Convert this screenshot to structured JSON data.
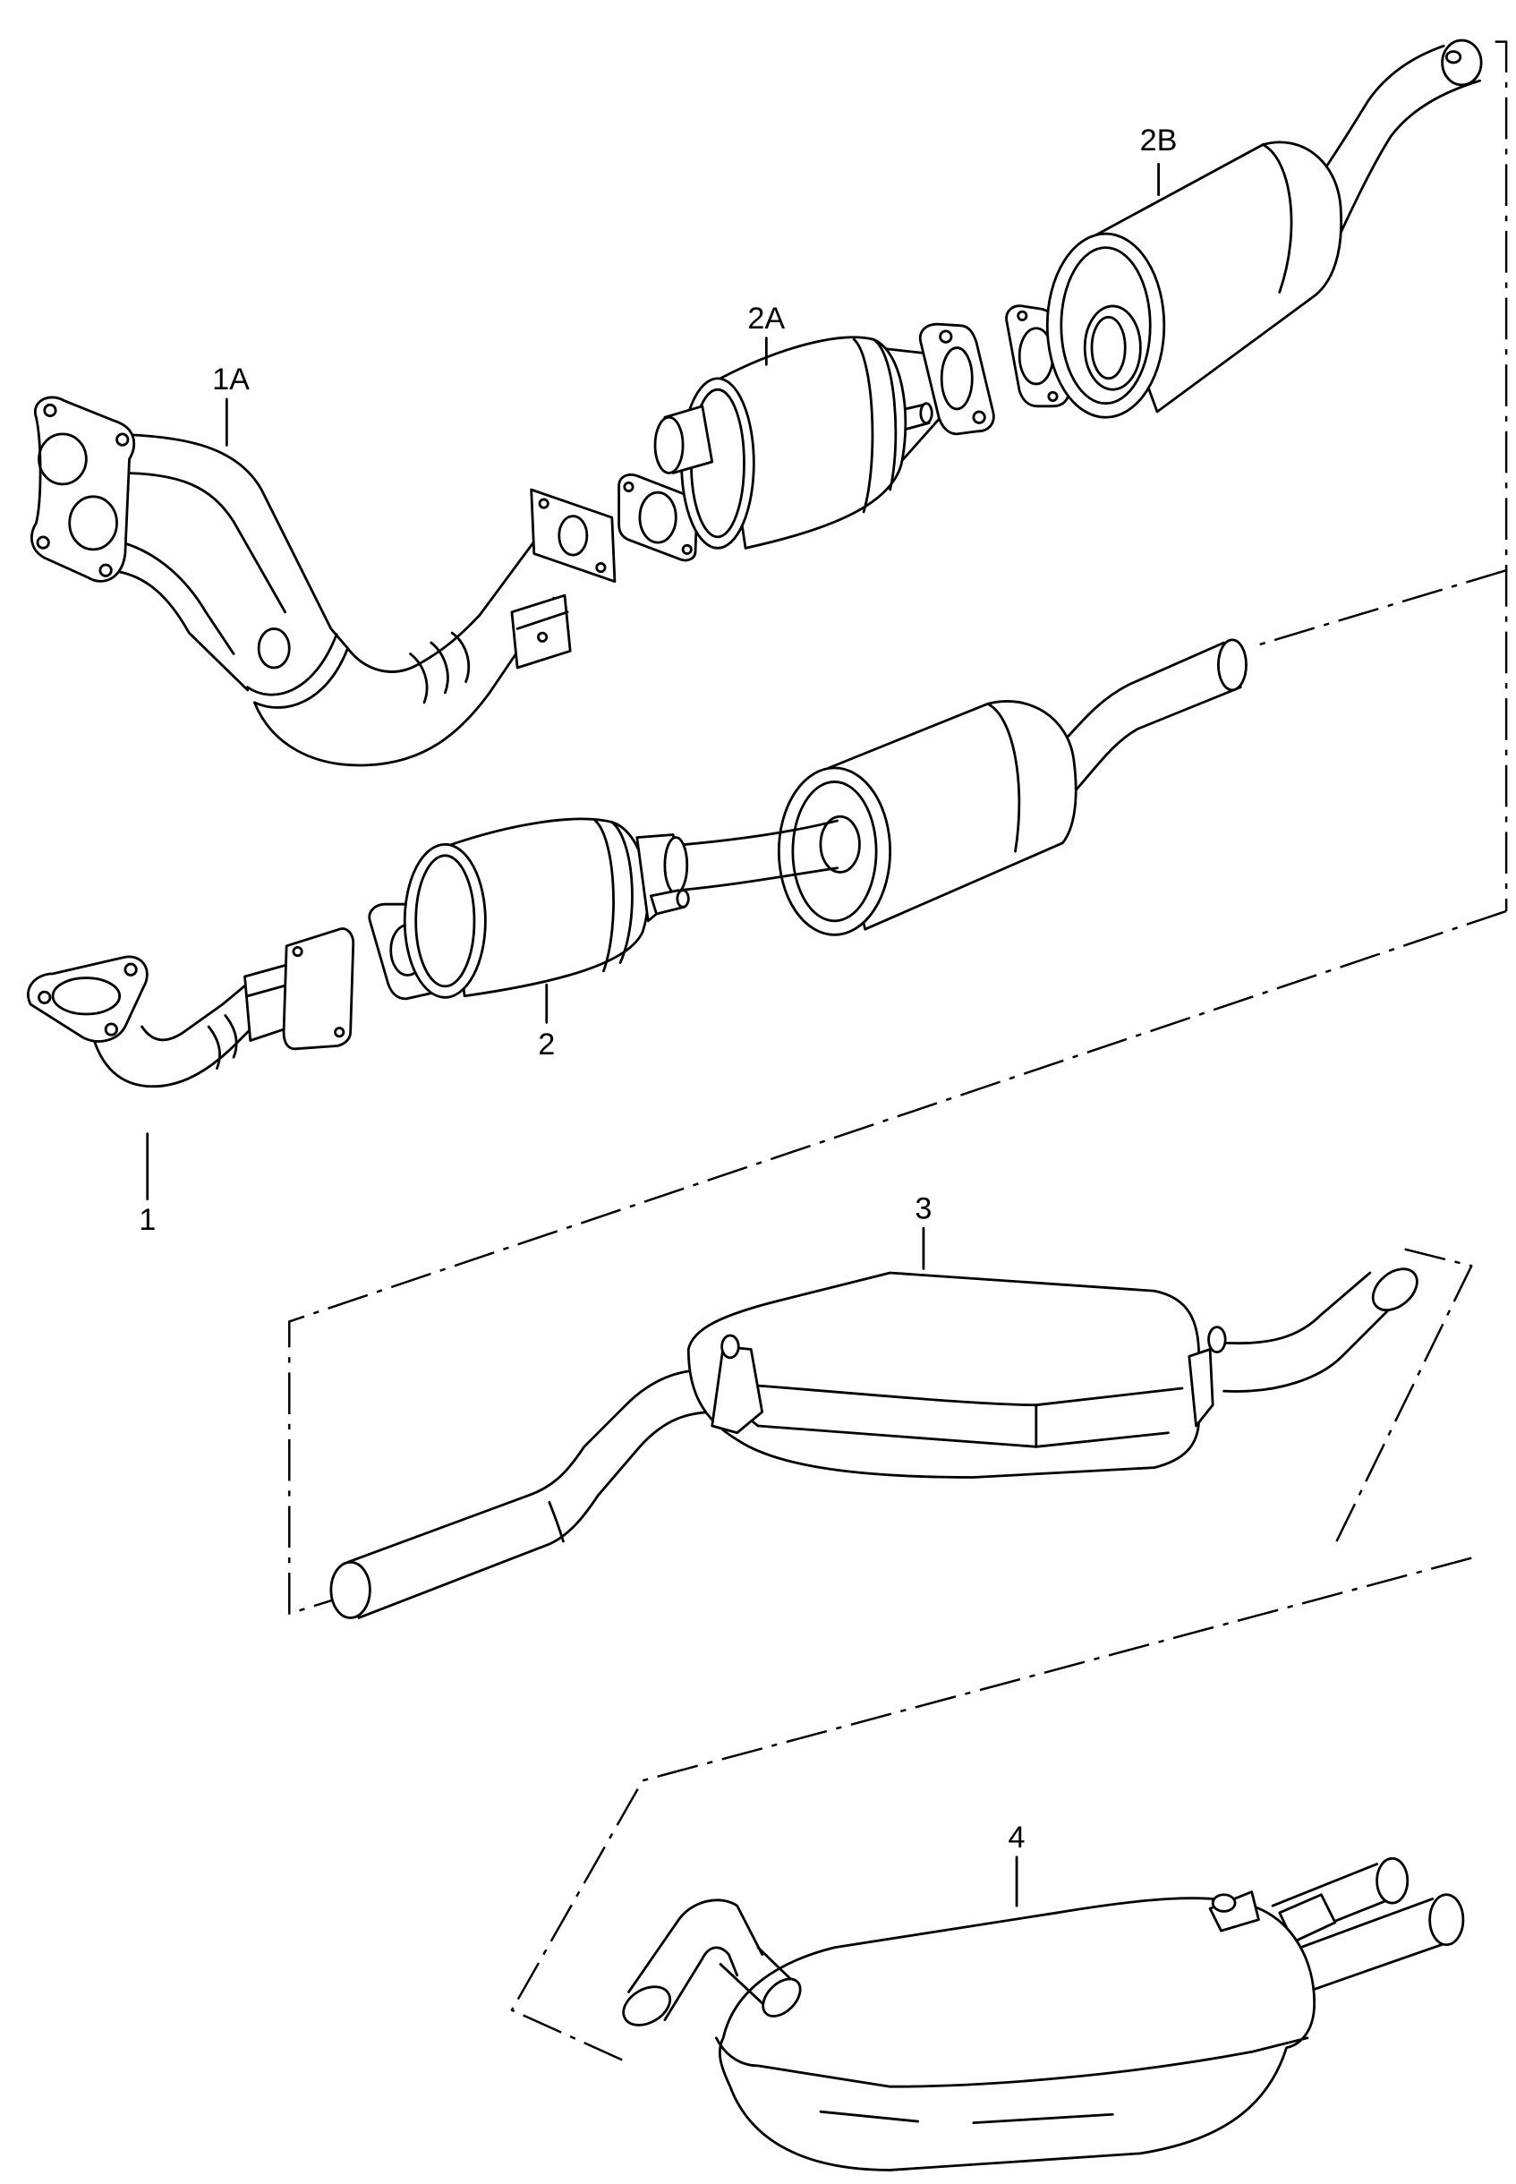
{
  "callouts": {
    "part_1": "1",
    "part_1a": "1A",
    "part_2": "2",
    "part_2a": "2A",
    "part_2b": "2B",
    "part_3": "3",
    "part_4": "4"
  },
  "colors": {
    "line": "#000000",
    "background": "#ffffff"
  }
}
